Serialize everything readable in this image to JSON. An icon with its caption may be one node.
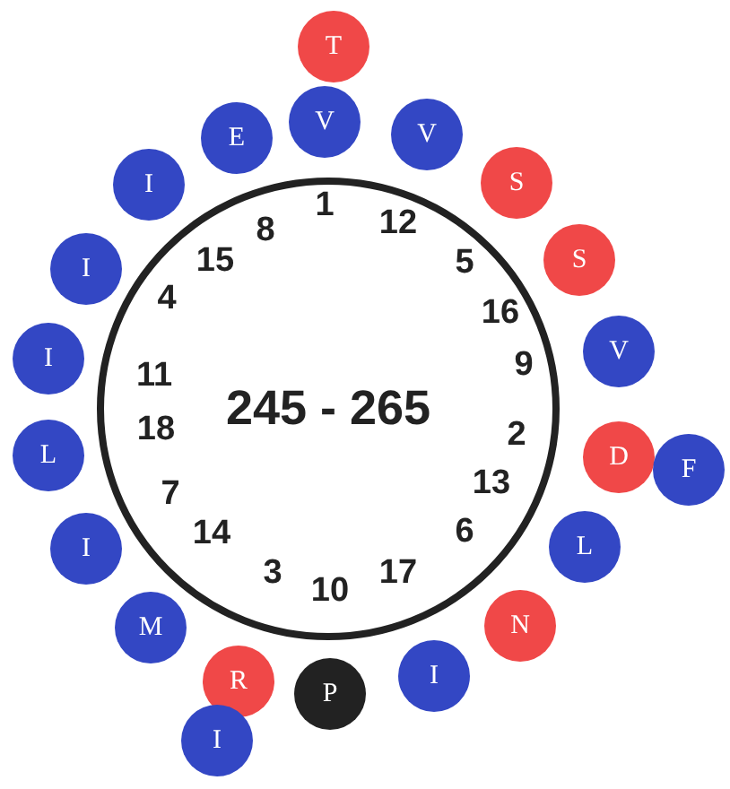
{
  "diagram": {
    "nodes": [
      {
        "text": [
          "245 - 265"
        ]
      },
      {
        "text": [
          "T"
        ]
      },
      {
        "text": [
          "V"
        ]
      },
      {
        "text": [
          "V"
        ]
      },
      {
        "text": [
          "E"
        ]
      },
      {
        "text": [
          "I"
        ]
      },
      {
        "text": [
          "S"
        ]
      },
      {
        "text": [
          "S"
        ]
      },
      {
        "text": [
          "I"
        ]
      },
      {
        "text": [
          "V"
        ]
      },
      {
        "text": [
          "I"
        ]
      },
      {
        "text": [
          "L"
        ]
      },
      {
        "text": [
          "D"
        ]
      },
      {
        "text": [
          "F"
        ]
      },
      {
        "text": [
          "I"
        ]
      },
      {
        "text": [
          "L"
        ]
      },
      {
        "text": [
          "M"
        ]
      },
      {
        "text": [
          "N"
        ]
      },
      {
        "text": [
          "R"
        ]
      },
      {
        "text": [
          "P"
        ]
      },
      {
        "text": [
          "I"
        ]
      },
      {
        "text": [
          "I"
        ]
      }
    ],
    "labels": [
      "1",
      "12",
      "5",
      "16",
      "9",
      "2",
      "13",
      "6",
      "17",
      "10",
      "3",
      "14",
      "7",
      "18",
      "11",
      "4",
      "15",
      "8"
    ]
  }
}
